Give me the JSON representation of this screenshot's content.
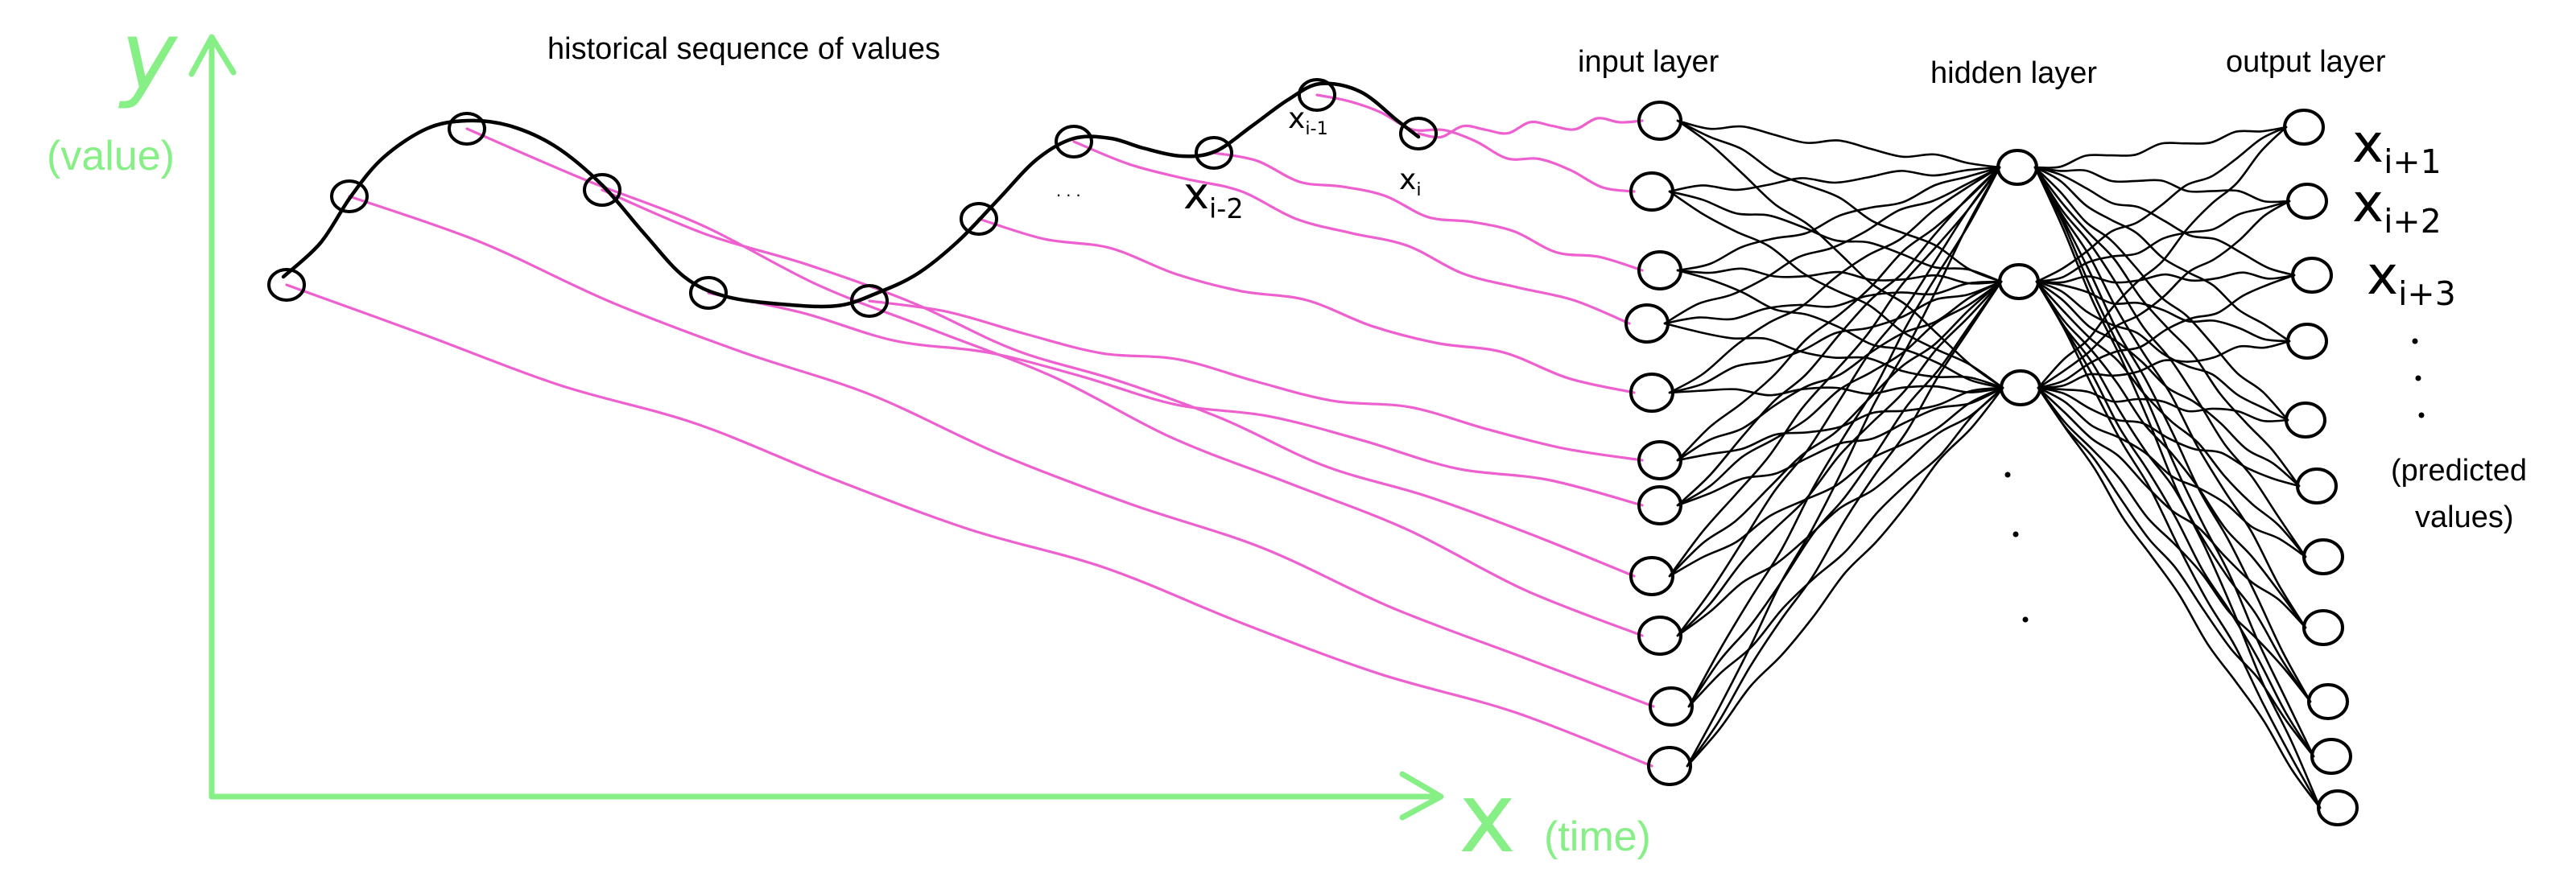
{
  "title": "historical sequence of values",
  "axes": {
    "y_symbol": "y",
    "y_label": "(value)",
    "x_symbol": "x",
    "x_label": "(time)"
  },
  "layers": {
    "input": "input layer",
    "hidden": "hidden layer",
    "output": "output layer"
  },
  "sequence_labels": {
    "x_i_minus_2": {
      "base": "x",
      "sub": "i-2"
    },
    "x_i_minus_1": {
      "base": "x",
      "sub": "i-1"
    },
    "x_i": {
      "base": "x",
      "sub": "i"
    },
    "ellipsis": ". . ."
  },
  "outputs": [
    {
      "base": "x",
      "sub": "i+1"
    },
    {
      "base": "x",
      "sub": "i+2"
    },
    {
      "base": "x",
      "sub": "i+3"
    }
  ],
  "predicted_label_line1": "(predicted",
  "predicted_label_line2": "values)",
  "colors": {
    "axis": "#86ef86",
    "connector": "#ee5fcf",
    "ink": "#000000"
  }
}
